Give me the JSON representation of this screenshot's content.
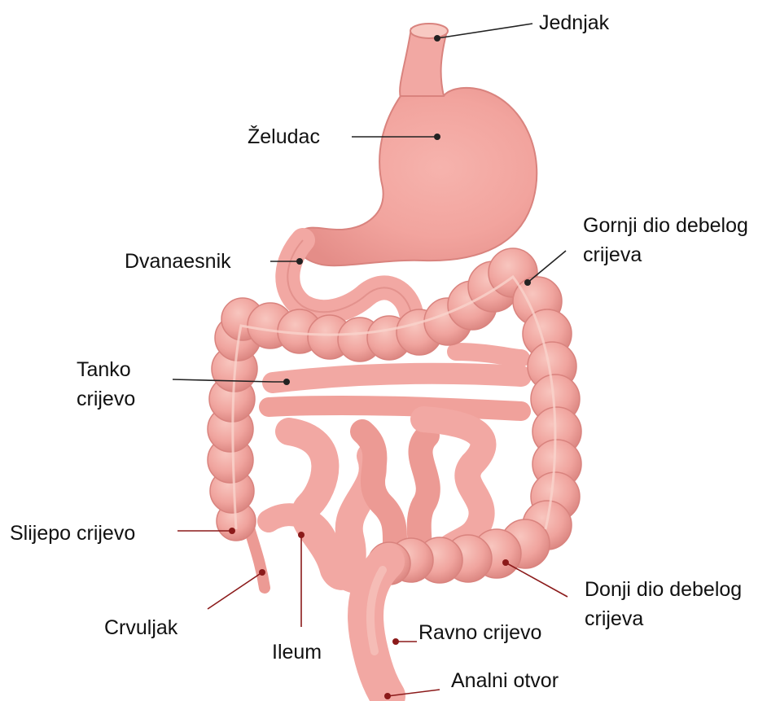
{
  "colors": {
    "tissue": "#f2a8a3",
    "tissue_light": "#f8c9c2",
    "tissue_shadow": "#d9837e",
    "leader_dark": "#222222",
    "leader_red": "#8b1a1a"
  },
  "labels": {
    "jednjak": "Jednjak",
    "zeludac": "Želudac",
    "dvanaesnik": "Dvanaesnik",
    "gornji_line1": "Gornji dio debelog",
    "gornji_line2": "crijeva",
    "tanko_line1": "Tanko",
    "tanko_line2": "crijevo",
    "slijepo": "Slijepo crijevo",
    "crvuljak": "Crvuljak",
    "ileum": "Ileum",
    "donji_line1": "Donji dio debelog",
    "donji_line2": "crijeva",
    "ravno": "Ravno crijevo",
    "analni": "Analni otvor"
  }
}
